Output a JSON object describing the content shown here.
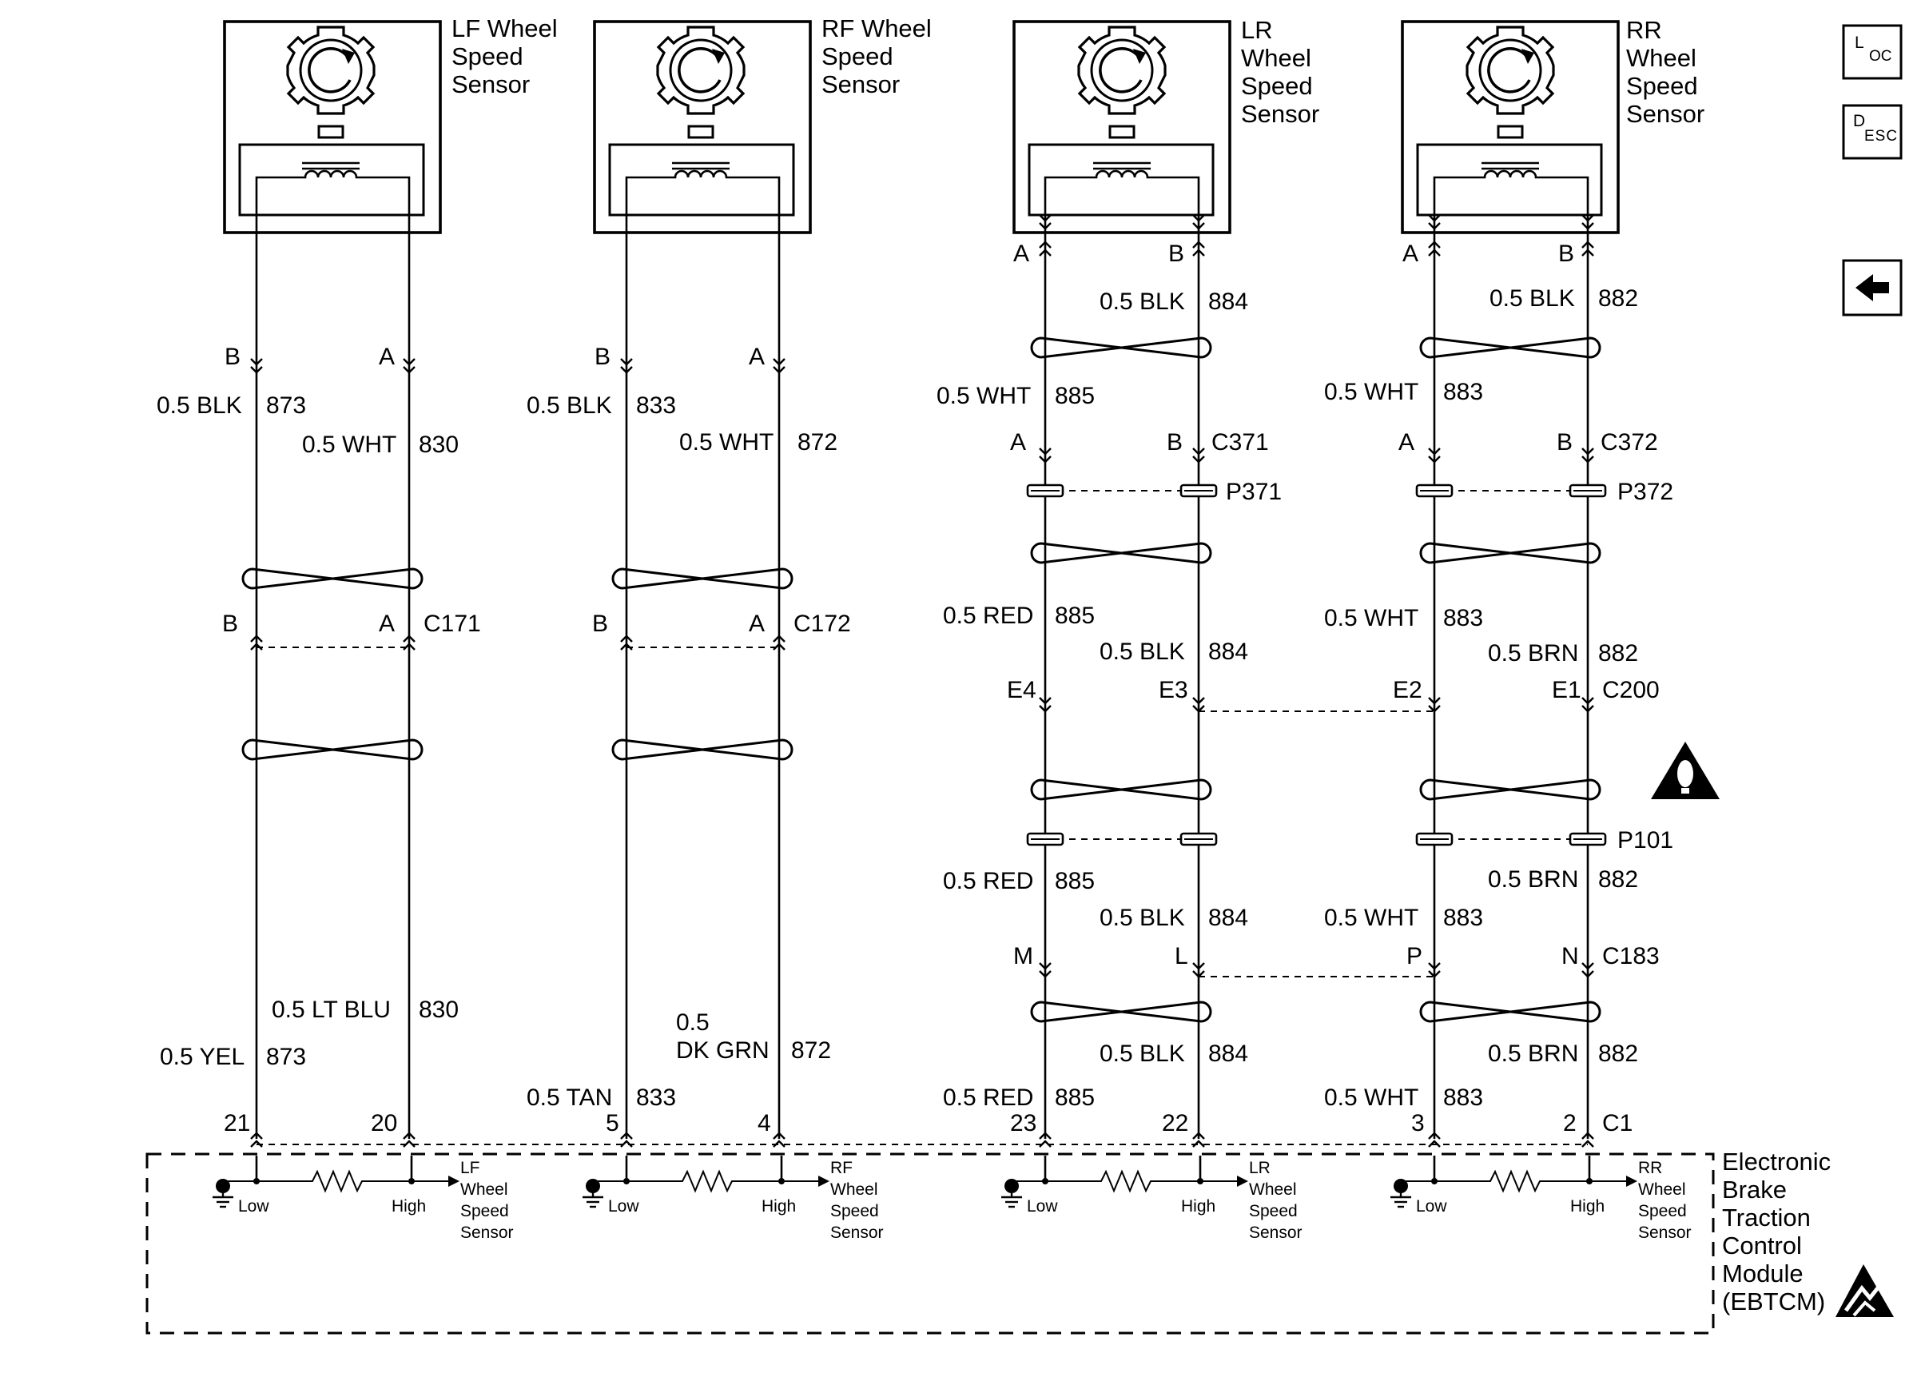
{
  "colors": {
    "line": "#000000",
    "background": "#ffffff"
  },
  "icons": {
    "loc": "loc-icon",
    "desc": "desc-icon",
    "back": "back-arrow-icon",
    "caution": "caution-triangle-icon",
    "esd": "esd-sensitive-icon",
    "sensor": "wheel-speed-sensor-icon",
    "ground": "ground-icon",
    "resistor": "resistor-icon"
  },
  "nav": {
    "loc_main": "L",
    "loc_sub": "OC",
    "desc_main": "D",
    "desc_sub": "ESC"
  },
  "sensors": [
    {
      "title": [
        "LF Wheel",
        "Speed",
        "Sensor"
      ],
      "top_pins": [
        "B",
        "A"
      ],
      "wire_top_a": "0.5 BLK",
      "circuit_top_a": "873",
      "wire_top_b": "0.5 WHT",
      "circuit_top_b": "830",
      "conn_pins": [
        "B",
        "A"
      ],
      "connector": "C171",
      "wire_bot_b": "0.5 LT BLU",
      "circuit_bot_b": "830",
      "wire_bot_a": "0.5 YEL",
      "circuit_bot_a": "873",
      "module_pins": [
        "21",
        "20"
      ],
      "module_sensor": [
        "LF",
        "Wheel",
        "Speed",
        "Sensor"
      ]
    },
    {
      "title": [
        "RF Wheel",
        "Speed",
        "Sensor"
      ],
      "top_pins": [
        "B",
        "A"
      ],
      "wire_top_a": "0.5 BLK",
      "circuit_top_a": "833",
      "wire_top_b": "0.5 WHT",
      "circuit_top_b": "872",
      "conn_pins": [
        "B",
        "A"
      ],
      "connector": "C172",
      "wire_bot_b1": "0.5",
      "wire_bot_b2": "DK GRN",
      "circuit_bot_b": "872",
      "wire_bot_a": "0.5 TAN",
      "circuit_bot_a": "833",
      "module_pins": [
        "5",
        "4"
      ],
      "module_sensor": [
        "RF",
        "Wheel",
        "Speed",
        "Sensor"
      ]
    },
    {
      "title": [
        "LR",
        "Wheel",
        "Speed",
        "Sensor"
      ],
      "top_pins": [
        "A",
        "B"
      ],
      "s1_wire_b": "0.5 BLK",
      "s1_circuit_b": "884",
      "s1_wire_a": "0.5 WHT",
      "s1_circuit_a": "885",
      "conn1_pins": [
        "A",
        "B"
      ],
      "conn1": "C371",
      "plug1": "P371",
      "s2_wire_a": "0.5 RED",
      "s2_circuit_a": "885",
      "s2_wire_b": "0.5 BLK",
      "s2_circuit_b": "884",
      "c200_pins": [
        "E4",
        "E3"
      ],
      "s3_wire_a": "0.5 RED",
      "s3_circuit_a": "885",
      "s3_wire_b": "0.5 BLK",
      "s3_circuit_b": "884",
      "c183_pins": [
        "M",
        "L"
      ],
      "s4_wire_b": "0.5 BLK",
      "s4_circuit_b": "884",
      "s4_wire_a": "0.5 RED",
      "s4_circuit_a": "885",
      "module_pins": [
        "23",
        "22"
      ],
      "module_sensor": [
        "LR",
        "Wheel",
        "Speed",
        "Sensor"
      ]
    },
    {
      "title": [
        "RR",
        "Wheel",
        "Speed",
        "Sensor"
      ],
      "top_pins": [
        "A",
        "B"
      ],
      "s1_wire_b": "0.5 BLK",
      "s1_circuit_b": "882",
      "s1_wire_a": "0.5 WHT",
      "s1_circuit_a": "883",
      "conn1_pins": [
        "A",
        "B"
      ],
      "conn1": "C372",
      "plug1": "P372",
      "s2_wire_a": "0.5 WHT",
      "s2_circuit_a": "883",
      "s2_wire_b": "0.5 BRN",
      "s2_circuit_b": "882",
      "c200_pins": [
        "E2",
        "E1"
      ],
      "c200": "C200",
      "p101": "P101",
      "s3_wire_b": "0.5 BRN",
      "s3_circuit_b": "882",
      "s3_wire_a": "0.5 WHT",
      "s3_circuit_a": "883",
      "c183_pins": [
        "P",
        "N"
      ],
      "c183": "C183",
      "s4_wire_b": "0.5 BRN",
      "s4_circuit_b": "882",
      "s4_wire_a": "0.5 WHT",
      "s4_circuit_a": "883",
      "module_pins": [
        "3",
        "2"
      ],
      "c1": "C1",
      "module_sensor": [
        "RR",
        "Wheel",
        "Speed",
        "Sensor"
      ]
    }
  ],
  "module": {
    "low": "Low",
    "high": "High",
    "name": [
      "Electronic",
      "Brake",
      "Traction",
      "Control",
      "Module",
      "(EBTCM)"
    ]
  }
}
